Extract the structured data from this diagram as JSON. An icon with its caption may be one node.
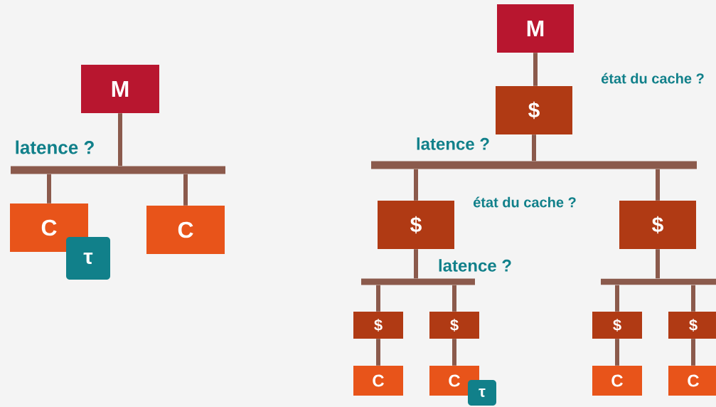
{
  "diagram": {
    "nodes": [
      {
        "text": [
          "M"
        ]
      },
      {
        "text": [],
        "shape": "bar"
      },
      {
        "text": [
          "C"
        ]
      },
      {
        "text": [
          "C"
        ]
      },
      {
        "text": [
          "τ"
        ]
      },
      {
        "text": [
          "M"
        ]
      },
      {
        "text": [
          "$"
        ]
      },
      {
        "text": [],
        "shape": "bar"
      },
      {
        "text": [
          "$"
        ]
      },
      {
        "text": [
          "$"
        ]
      },
      {
        "text": [],
        "shape": "bar"
      },
      {
        "text": [],
        "shape": "bar"
      },
      {
        "text": [
          "$"
        ]
      },
      {
        "text": [
          "$"
        ]
      },
      {
        "text": [
          "$"
        ]
      },
      {
        "text": [
          "$"
        ]
      },
      {
        "text": [
          "C"
        ]
      },
      {
        "text": [
          "C"
        ]
      },
      {
        "text": [
          "C"
        ]
      },
      {
        "text": [
          "C"
        ]
      },
      {
        "text": [
          "τ"
        ]
      }
    ],
    "edges": [
      {
        "from": 0,
        "to": 1,
        "arrow": "none"
      },
      {
        "from": 1,
        "to": 2,
        "arrow": "none"
      },
      {
        "from": 1,
        "to": 3,
        "arrow": "none"
      },
      {
        "from": 5,
        "to": 6,
        "arrow": "none"
      },
      {
        "from": 6,
        "to": 7,
        "arrow": "none"
      },
      {
        "from": 7,
        "to": 8,
        "arrow": "none"
      },
      {
        "from": 7,
        "to": 9,
        "arrow": "none"
      },
      {
        "from": 8,
        "to": 10,
        "arrow": "none"
      },
      {
        "from": 9,
        "to": 11,
        "arrow": "none"
      },
      {
        "from": 10,
        "to": 12,
        "arrow": "none"
      },
      {
        "from": 10,
        "to": 13,
        "arrow": "none"
      },
      {
        "from": 11,
        "to": 14,
        "arrow": "none"
      },
      {
        "from": 11,
        "to": 15,
        "arrow": "none"
      },
      {
        "from": 12,
        "to": 16,
        "arrow": "none"
      },
      {
        "from": 13,
        "to": 17,
        "arrow": "none"
      },
      {
        "from": 14,
        "to": 18,
        "arrow": "none"
      },
      {
        "from": 15,
        "to": 19,
        "arrow": "none"
      }
    ],
    "labels": [
      "état du cache ?",
      "latence ?",
      "latence ?",
      "état du cache ?",
      "latence ?"
    ]
  }
}
